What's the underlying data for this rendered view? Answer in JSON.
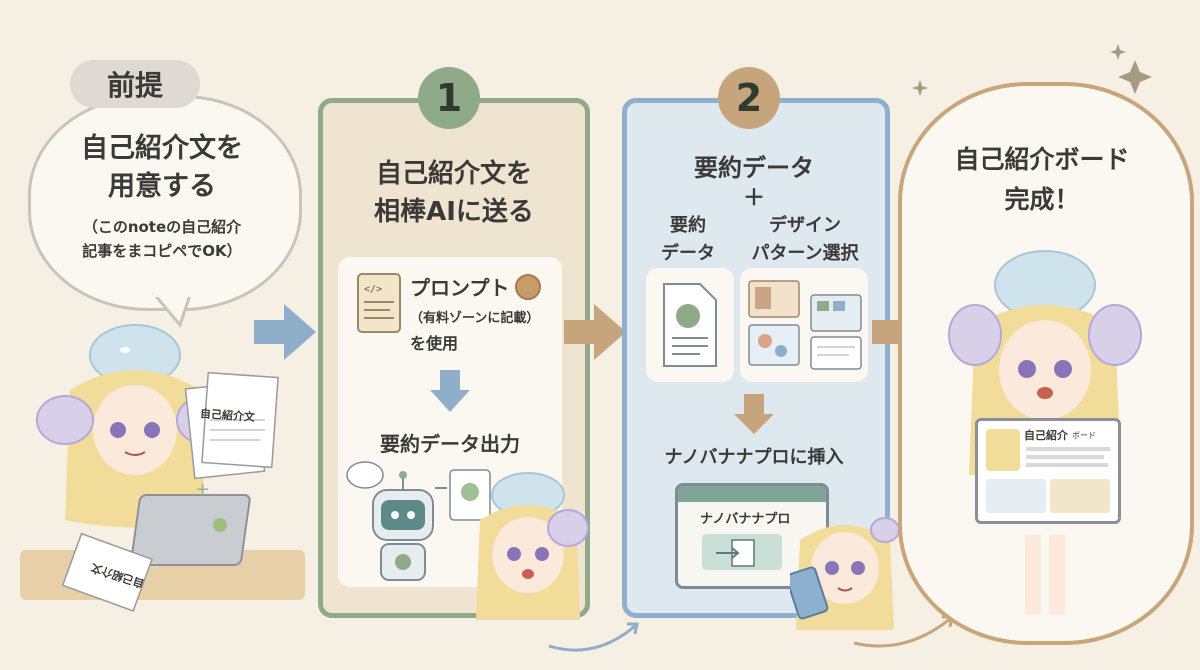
{
  "premise": {
    "tag": "前提",
    "title_line1": "自己紹介文を",
    "title_line2": "用意する",
    "note_line1": "（このnoteの自己紹介",
    "note_line2": "記事をまコピペでOK）",
    "paper_label": "自己紹介文",
    "paper_label_desk": "自己紹介文"
  },
  "step1": {
    "number": "1",
    "title_line1": "自己紹介文を",
    "title_line2": "相棒AIに送る",
    "prompt_line1": "プロンプト",
    "prompt_line2": "（有料ゾーンに記載）",
    "prompt_line3": "を使用",
    "output_label": "要約データ出力"
  },
  "step2": {
    "number": "2",
    "title": "要約データ",
    "plus": "＋",
    "left_label_line1": "要約",
    "left_label_line2": "データ",
    "right_label_line1": "デザイン",
    "right_label_line2": "パターン選択",
    "insert_label": "ナノバナナプロに挿入",
    "window_title": "ナノバナナプロ"
  },
  "result": {
    "title_line1": "自己紹介ボード",
    "title_line2": "完成！",
    "board_title": "自己紹介",
    "board_sub": "ボード"
  },
  "colors": {
    "card1_border": "#8faa88",
    "card2_border": "#8eb0cf",
    "arrow_blue": "#8eaec9",
    "arrow_tan": "#c6a47c",
    "cloud_border": "#c8a57b"
  }
}
